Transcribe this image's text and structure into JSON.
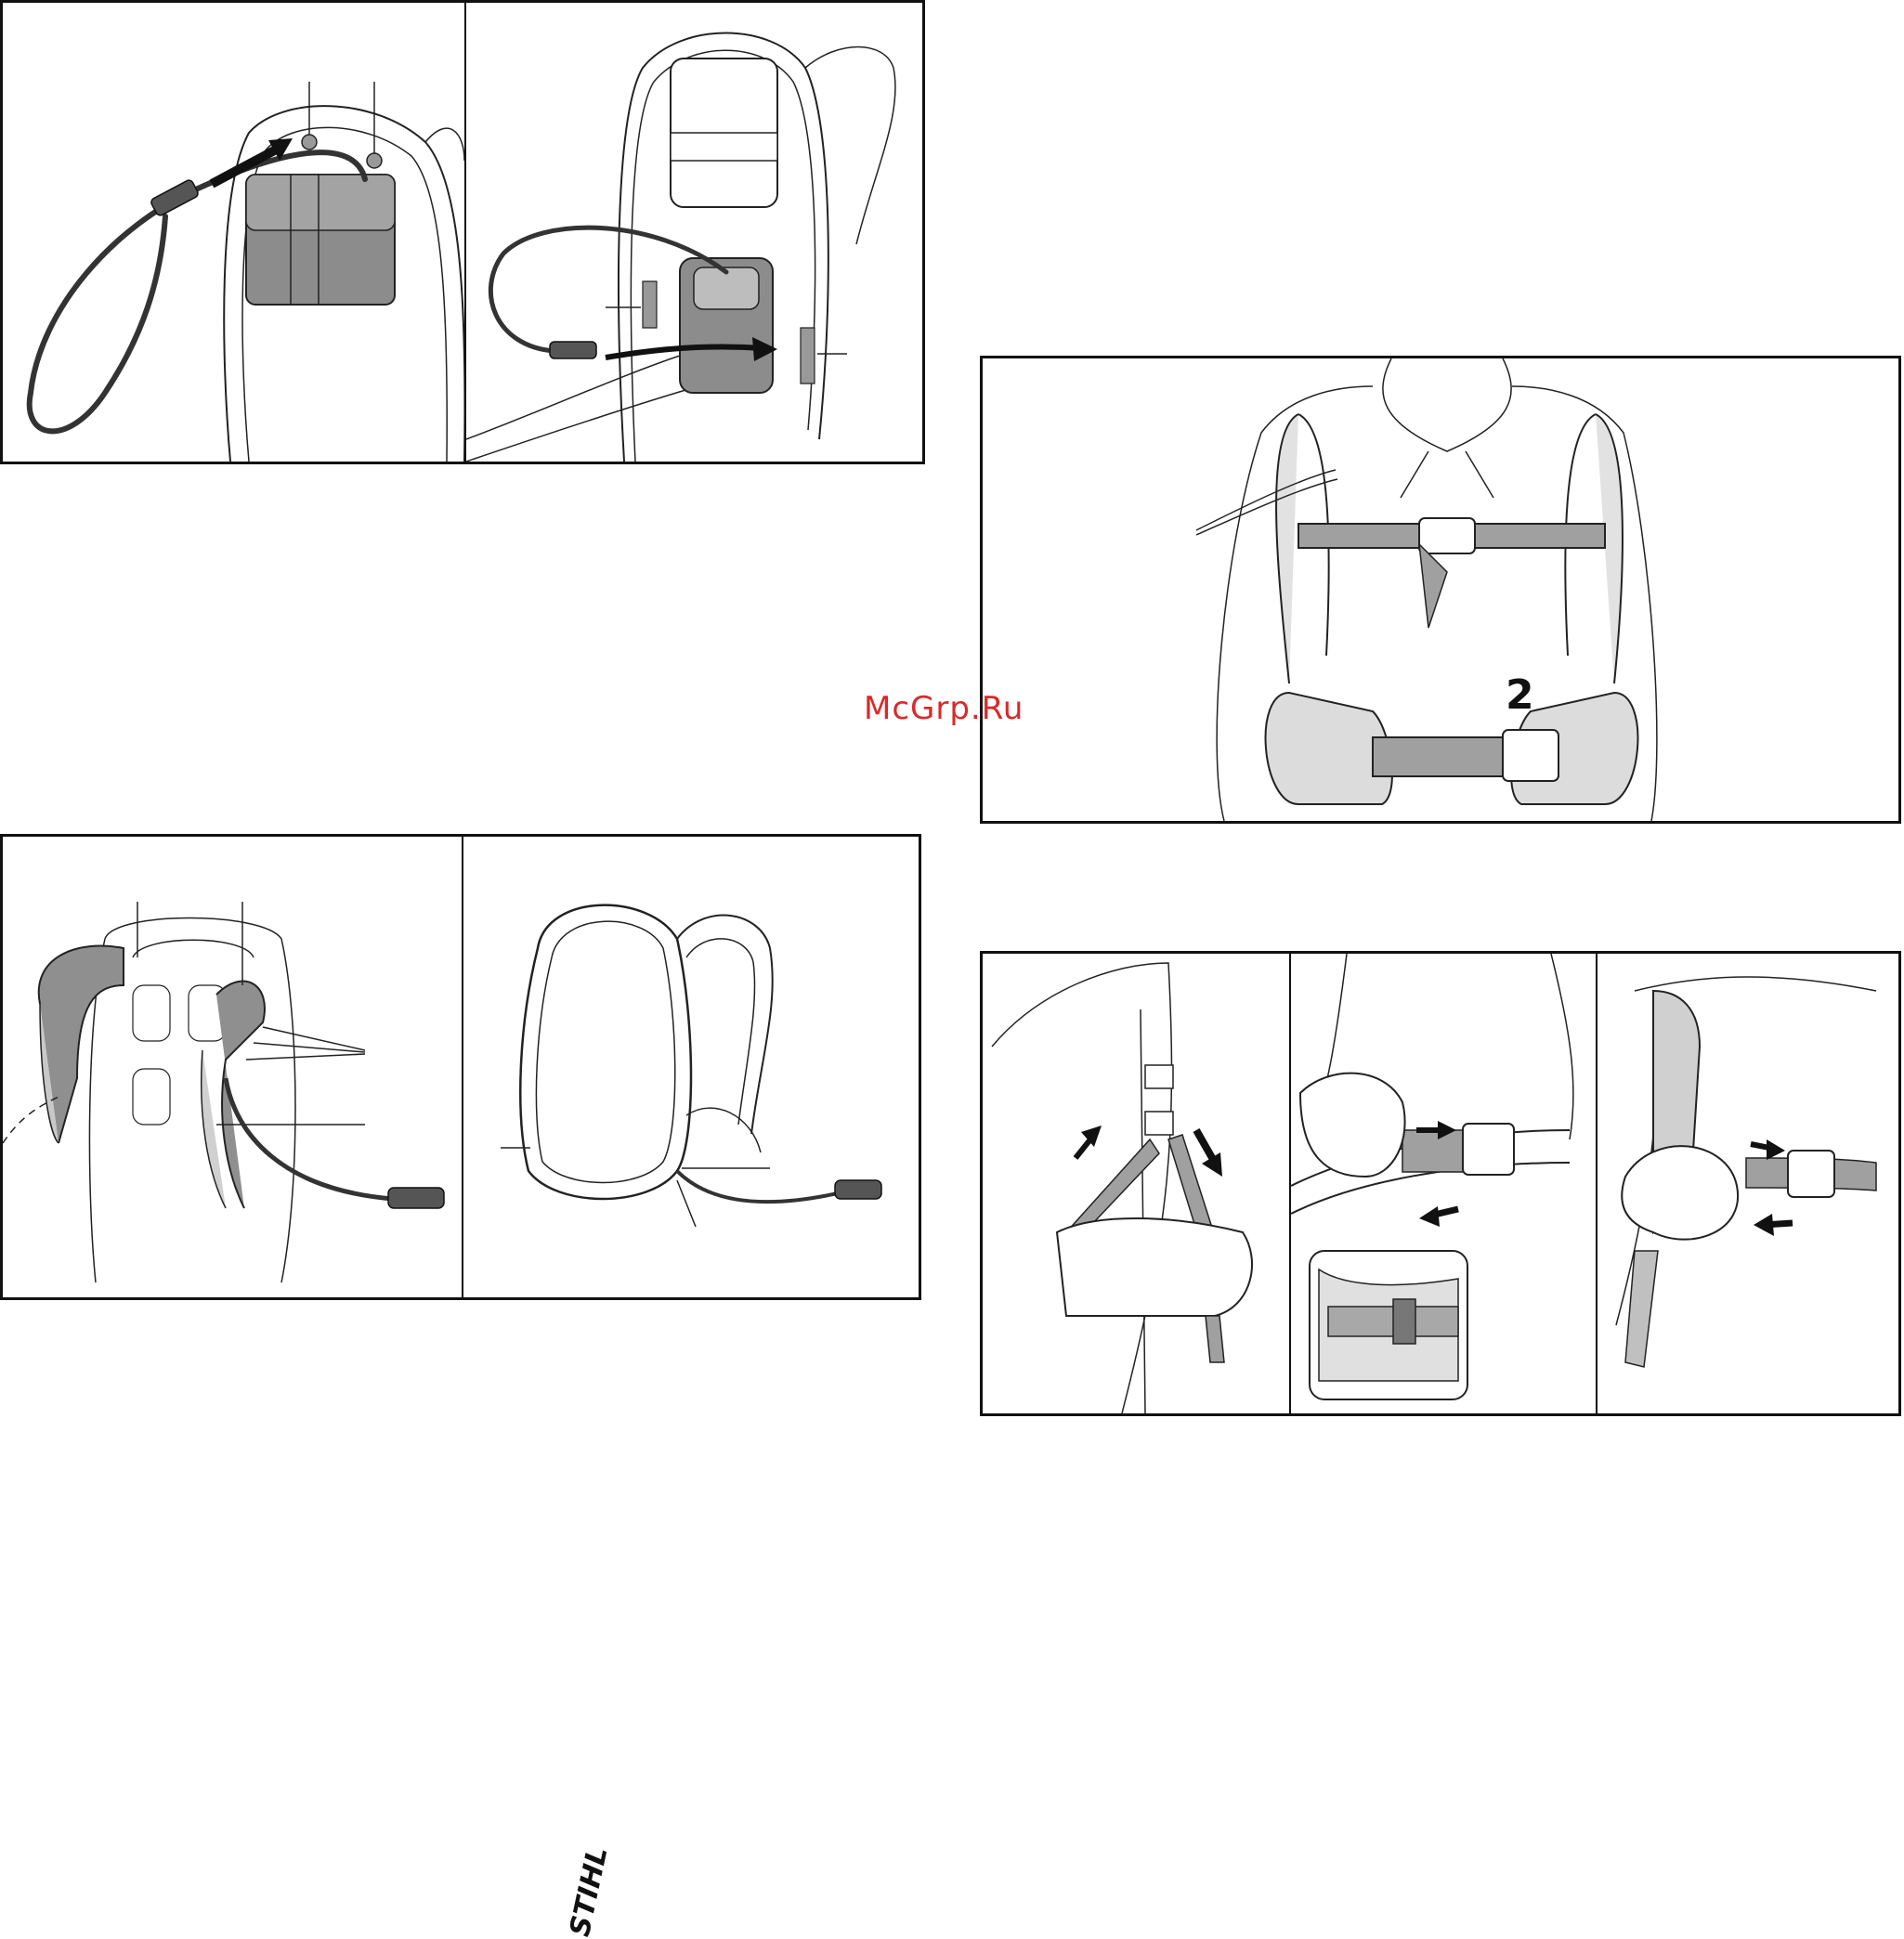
{
  "panels": {
    "chest_harness": {
      "callout": "2"
    },
    "backpack_closed": {
      "logo": "STIHL"
    }
  },
  "watermark": "McGrp.Ru"
}
